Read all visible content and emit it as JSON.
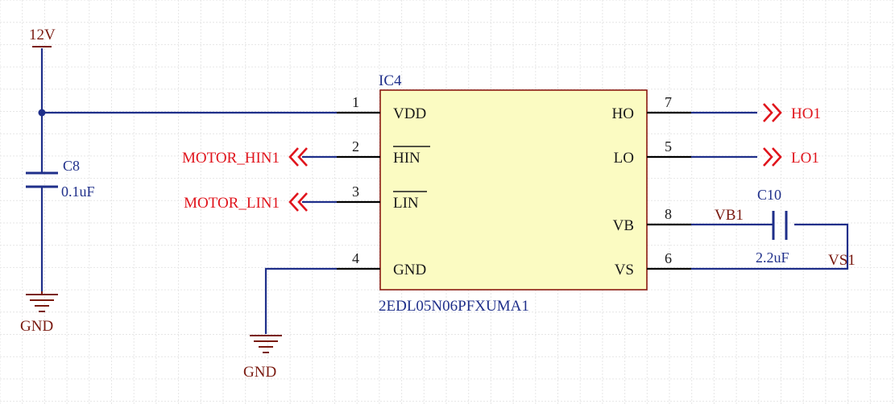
{
  "colors": {
    "background": "#ffffff",
    "grid": "#e6e6e6",
    "wire": "#1f2f8a",
    "pin": "#000000",
    "net_label": "#e0141c",
    "power_label": "#7a1a10",
    "ic_fill": "#fbfbc2",
    "ic_border": "#8b1a10",
    "designator": "#1f2f8a",
    "pin_name": "#1a1a1a"
  },
  "ic": {
    "designator": "IC4",
    "part_number": "2EDL05N06PFXUMA1",
    "pins": [
      {
        "number": "1",
        "name": "VDD",
        "side": "left"
      },
      {
        "number": "2",
        "name": "HIN",
        "side": "left",
        "overbar": true
      },
      {
        "number": "3",
        "name": "LIN",
        "side": "left",
        "overbar": true
      },
      {
        "number": "4",
        "name": "GND",
        "side": "left"
      },
      {
        "number": "7",
        "name": "HO",
        "side": "right"
      },
      {
        "number": "5",
        "name": "LO",
        "side": "right"
      },
      {
        "number": "8",
        "name": "VB",
        "side": "right"
      },
      {
        "number": "6",
        "name": "VS",
        "side": "right"
      }
    ]
  },
  "capacitors": [
    {
      "designator": "C8",
      "value": "0.1uF"
    },
    {
      "designator": "C10",
      "value": "2.2uF"
    }
  ],
  "power": {
    "supply": "12V",
    "ground_left": "GND",
    "ground_bottom": "GND"
  },
  "net_labels": {
    "hin": "MOTOR_HIN1",
    "lin": "MOTOR_LIN1",
    "ho": "HO1",
    "lo": "LO1",
    "vb": "VB1",
    "vs": "VS1"
  }
}
